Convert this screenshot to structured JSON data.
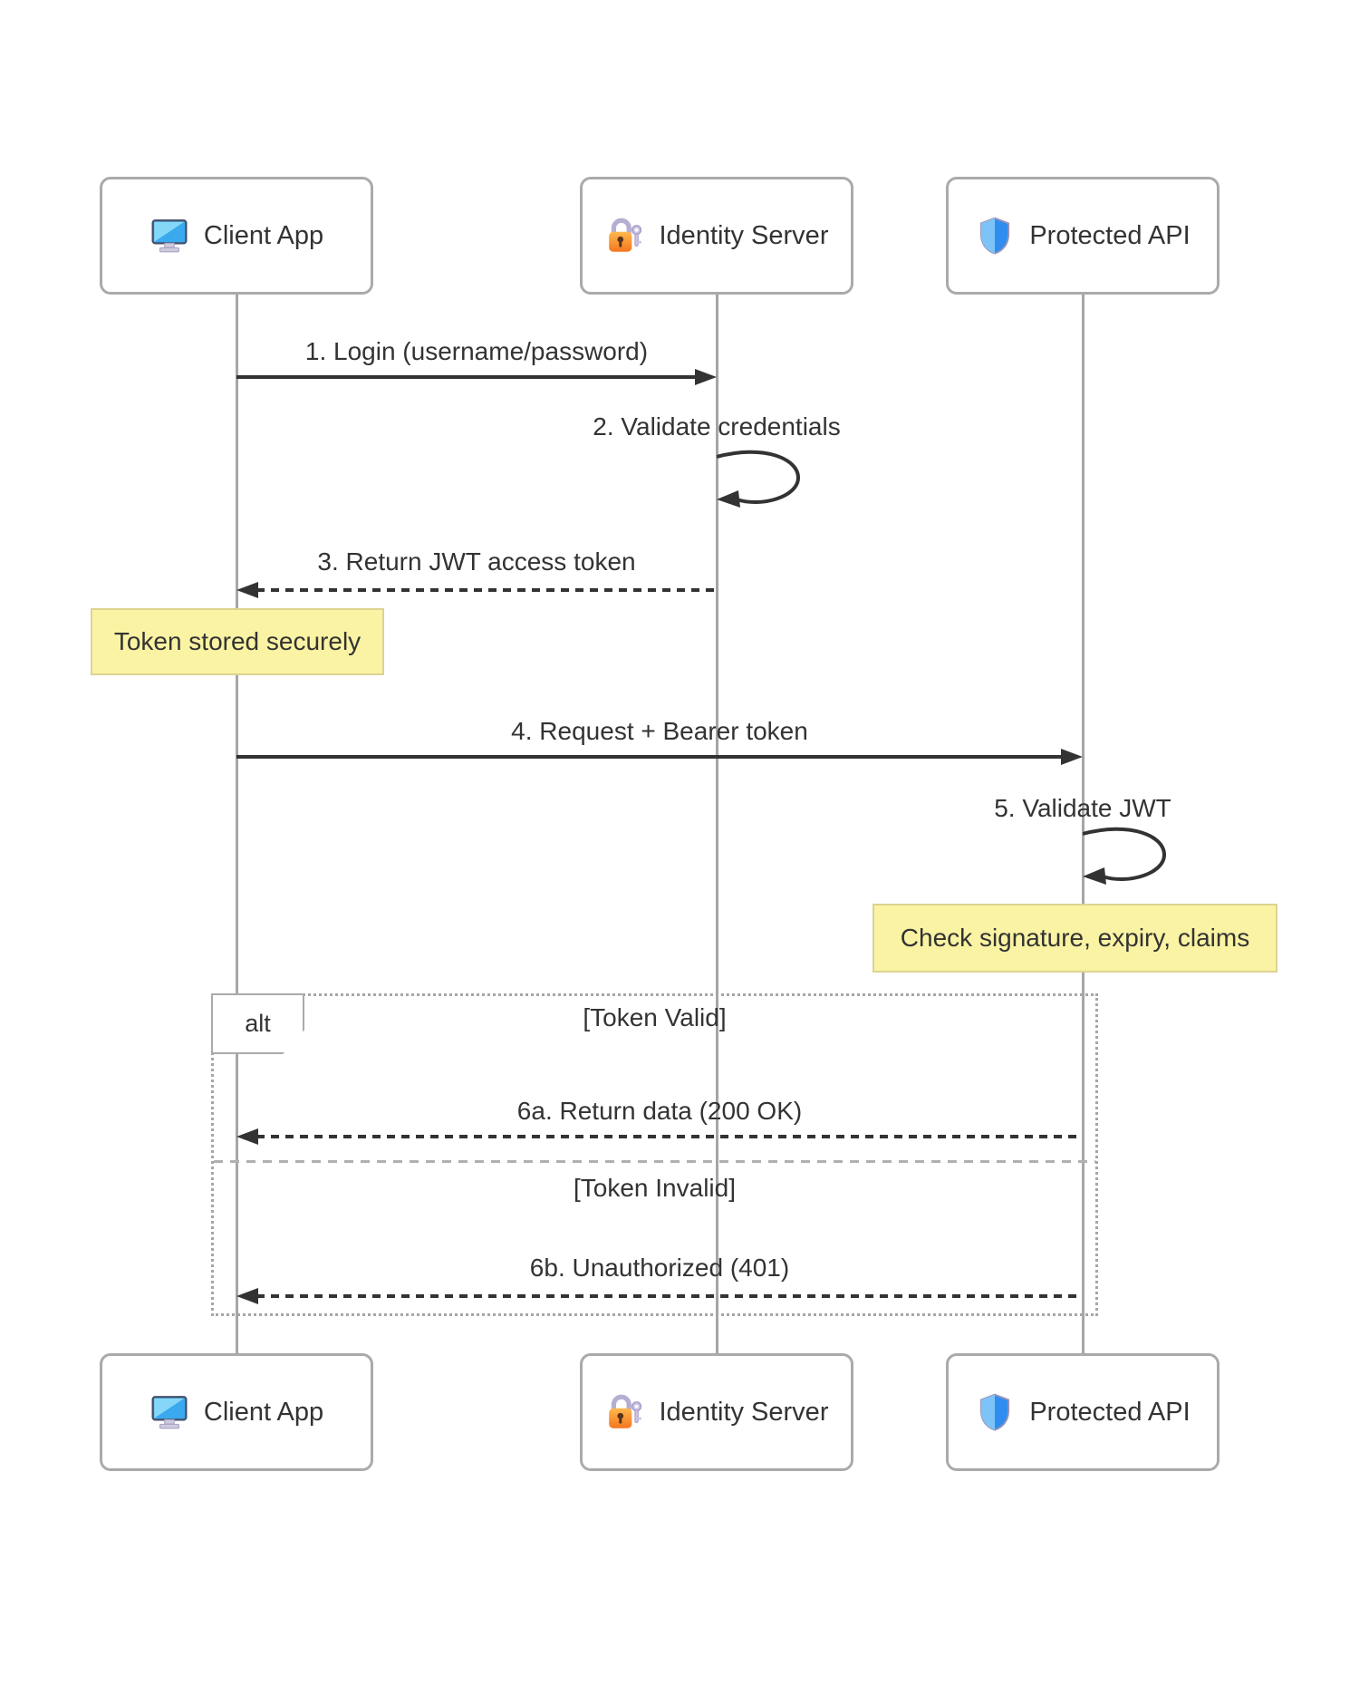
{
  "diagram_type": "sequence-diagram",
  "actors": [
    {
      "label": "Client App",
      "icon": "computer-icon"
    },
    {
      "label": "Identity Server",
      "icon": "lock-key-icon"
    },
    {
      "label": "Protected API",
      "icon": "shield-icon"
    }
  ],
  "messages": [
    {
      "label": "1. Login (username/password)",
      "from": "Client App",
      "to": "Identity Server",
      "style": "solid"
    },
    {
      "label": "2. Validate credentials",
      "from": "Identity Server",
      "to": "Identity Server",
      "style": "self-loop"
    },
    {
      "label": "3. Return JWT access token",
      "from": "Identity Server",
      "to": "Client App",
      "style": "dashed"
    },
    {
      "label": "4. Request + Bearer token",
      "from": "Client App",
      "to": "Protected API",
      "style": "solid"
    },
    {
      "label": "5. Validate JWT",
      "from": "Protected API",
      "to": "Protected API",
      "style": "self-loop"
    },
    {
      "label": "6a. Return data (200 OK)",
      "from": "Protected API",
      "to": "Client App",
      "style": "dashed"
    },
    {
      "label": "6b. Unauthorized (401)",
      "from": "Protected API",
      "to": "Client App",
      "style": "dashed"
    }
  ],
  "notes": [
    {
      "text": "Token stored securely",
      "anchor": "Client App"
    },
    {
      "text": "Check signature, expiry, claims",
      "anchor": "Protected API"
    }
  ],
  "alt_frame": {
    "label": "alt",
    "guards": [
      "[Token Valid]",
      "[Token Invalid]"
    ]
  },
  "colors": {
    "arrow": "#333333",
    "text": "#333333",
    "lifeline": "#a6a6a6",
    "actor_border": "#aaaaaa",
    "note_bg": "#faf3a3",
    "note_border": "#ddd392",
    "frame_border": "#a6a6a6"
  }
}
